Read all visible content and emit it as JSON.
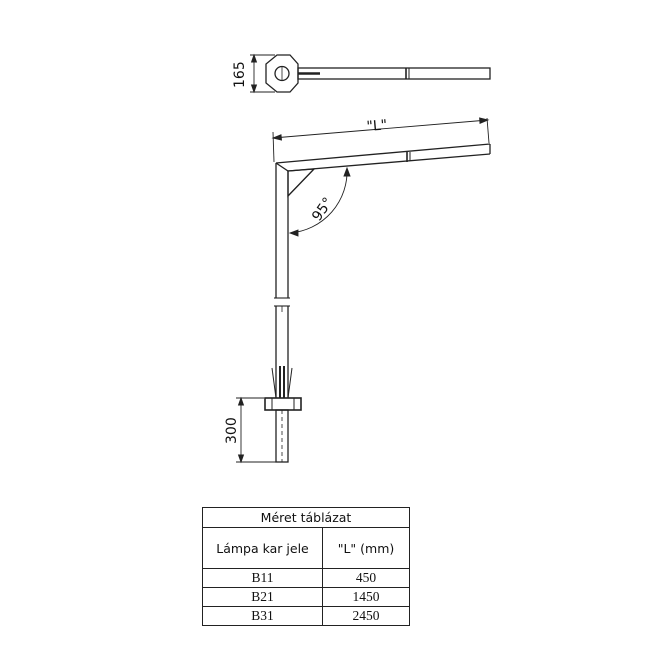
{
  "drawing": {
    "dim_head_height": "165",
    "dim_length": "\"L\"",
    "dim_angle": "95°",
    "dim_base_height": "300"
  },
  "table": {
    "title": "Méret táblázat",
    "headers": [
      "Lámpa kar jele",
      "\"L\" (mm)"
    ],
    "rows": [
      {
        "code": "B11",
        "length": "450"
      },
      {
        "code": "B21",
        "length": "1450"
      },
      {
        "code": "B31",
        "length": "2450"
      }
    ]
  }
}
